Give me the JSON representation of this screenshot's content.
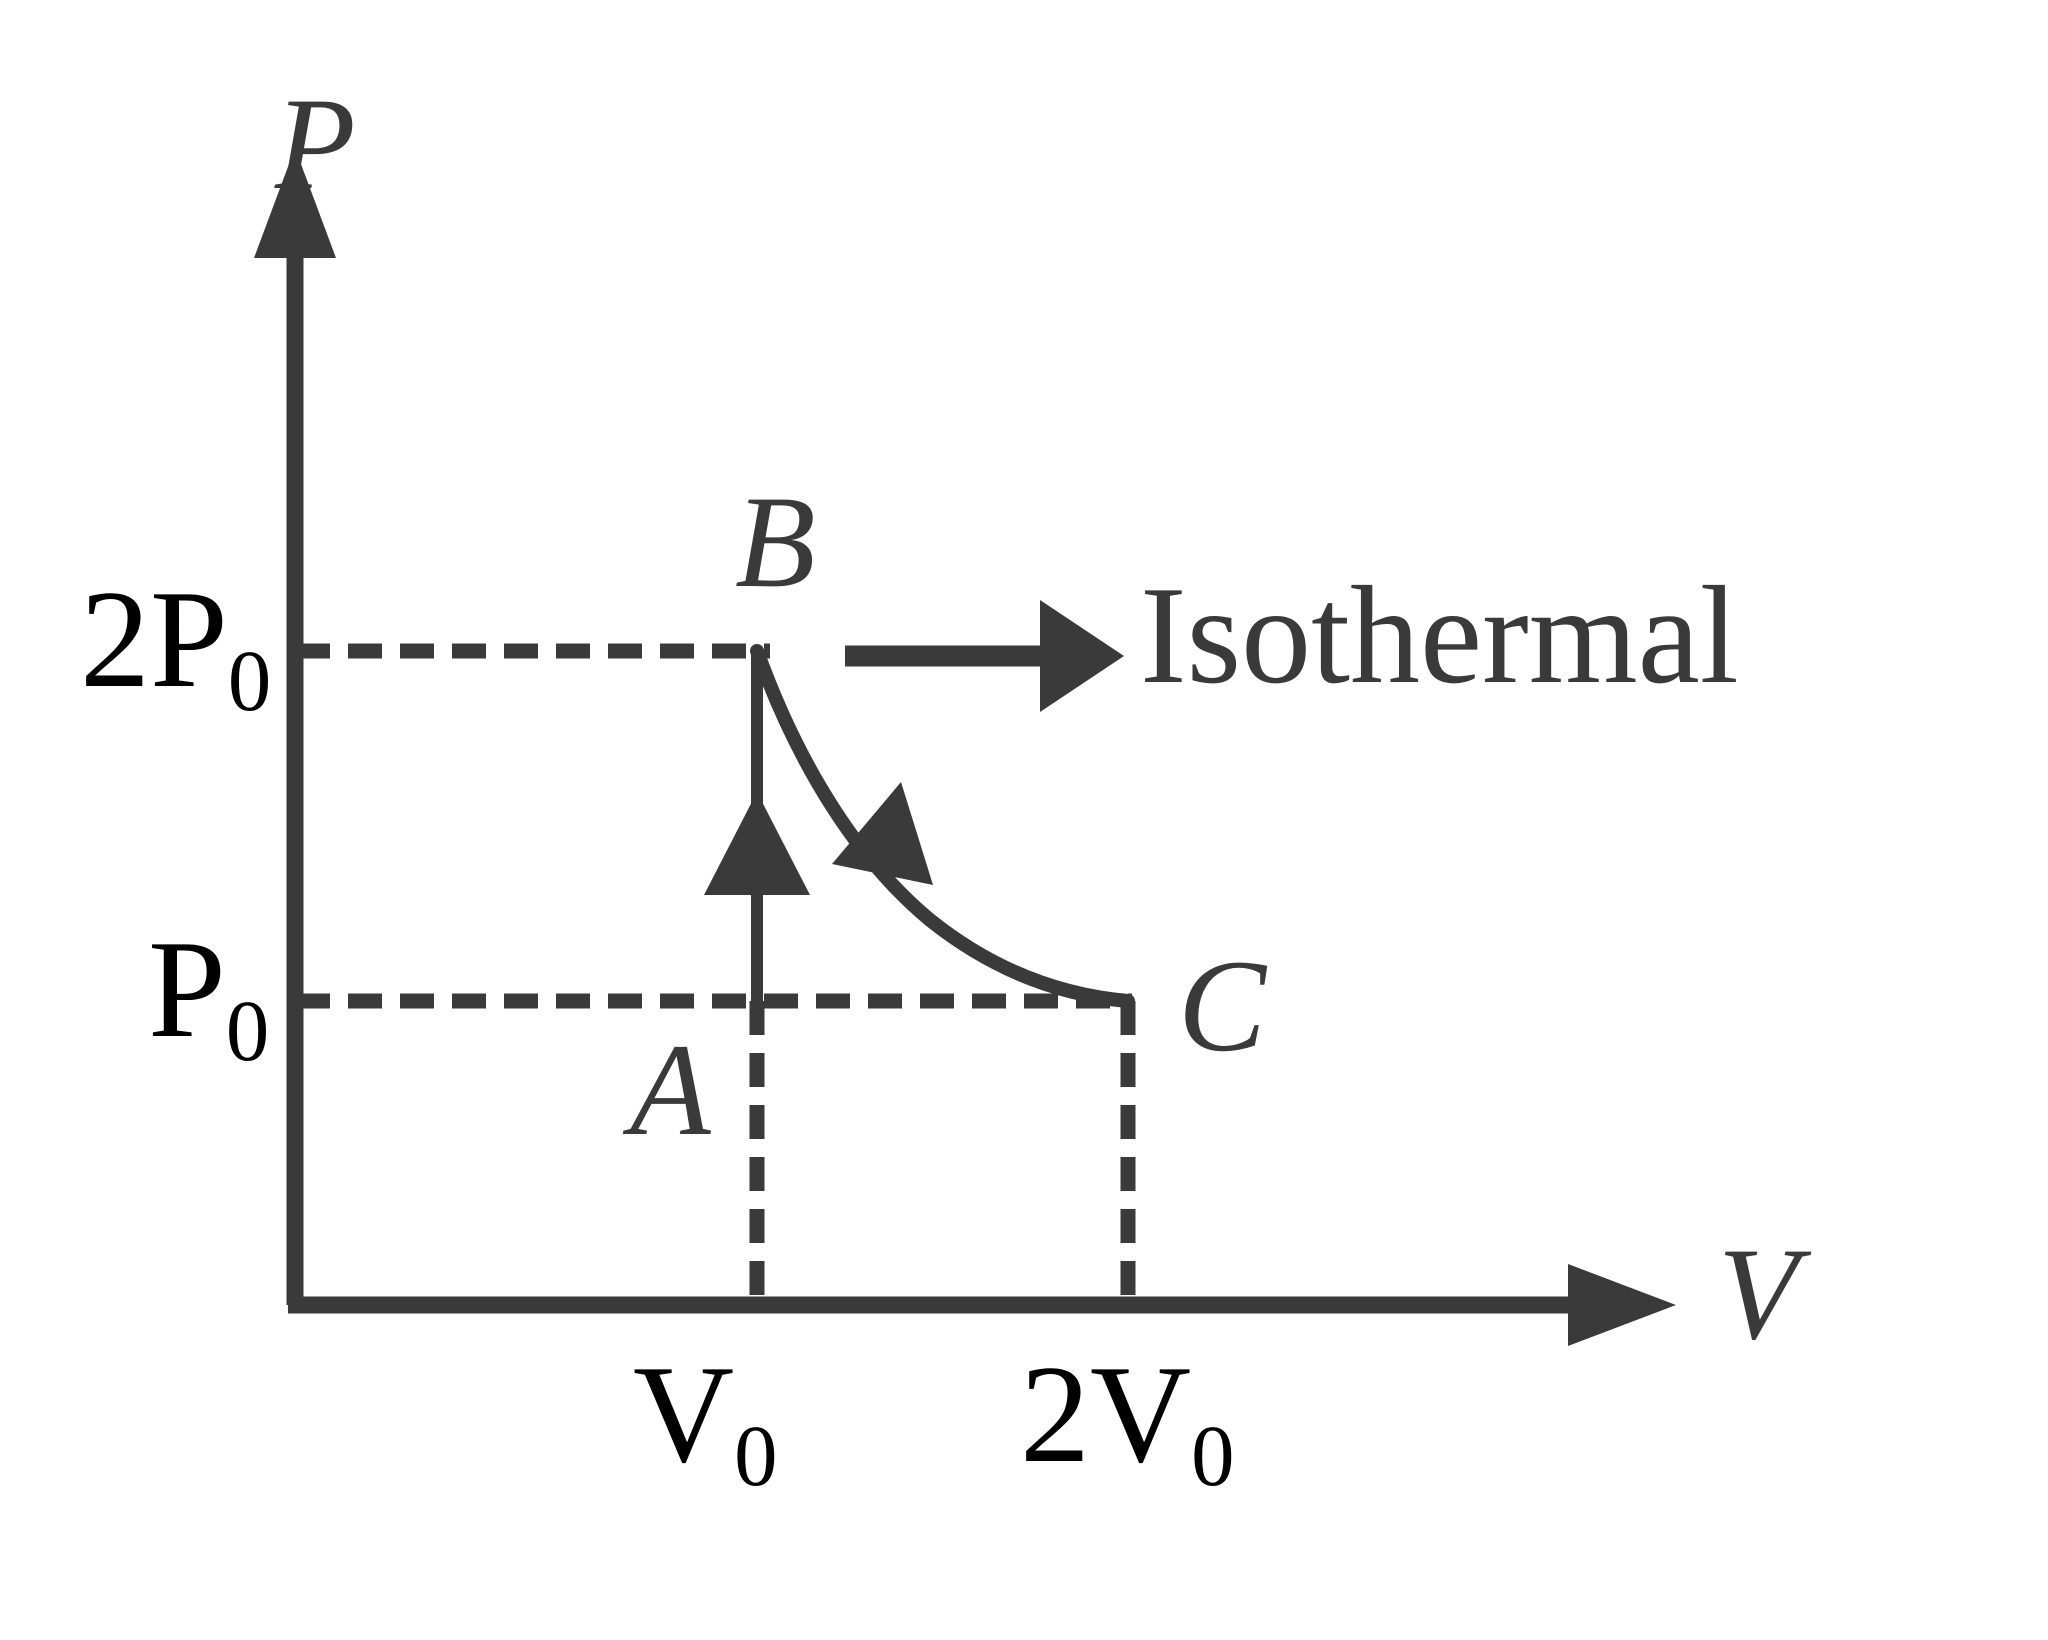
{
  "figure": {
    "type": "pv-diagram",
    "background_color": "#ffffff",
    "line_color": "#3a3a3a",
    "tick_text_color": "#000000"
  },
  "axes": {
    "y_axis": {
      "name": "pressure-axis",
      "label": "P",
      "direction": "up"
    },
    "x_axis": {
      "name": "volume-axis",
      "label": "V",
      "direction": "right"
    }
  },
  "ticks": {
    "y": [
      {
        "label_main": "2P",
        "label_sub": "0",
        "value": 2
      },
      {
        "label_main": "P",
        "label_sub": "0",
        "value": 1
      }
    ],
    "x": [
      {
        "label_main": "V",
        "label_sub": "0",
        "value": 1
      },
      {
        "label_main": "2V",
        "label_sub": "0",
        "value": 2
      }
    ]
  },
  "points": [
    {
      "id": "A",
      "label": "A",
      "V": 1,
      "P": 1
    },
    {
      "id": "B",
      "label": "B",
      "V": 1,
      "P": 2
    },
    {
      "id": "C",
      "label": "C",
      "V": 2,
      "P": 1
    }
  ],
  "annotations": {
    "isothermal": "Isothermal"
  },
  "chart_data": {
    "type": "line",
    "title": "",
    "xlabel": "V",
    "ylabel": "P",
    "xlim": [
      0,
      2.9
    ],
    "ylim": [
      0,
      2.75
    ],
    "grid": false,
    "legend": "none",
    "xticks": [
      "V₀",
      "2V₀"
    ],
    "xtick_values": [
      1,
      2
    ],
    "yticks": [
      "P₀",
      "2P₀"
    ],
    "ytick_values": [
      1,
      2
    ],
    "series": [
      {
        "name": "A to B (isochoric, straight, arrow up)",
        "style": "solid",
        "from": {
          "V": 1,
          "P": 1
        },
        "to": {
          "V": 1,
          "P": 2
        },
        "points": [
          [
            1,
            1
          ],
          [
            1,
            2
          ]
        ]
      },
      {
        "name": "B to C (isothermal expansion, arrow right-down)",
        "style": "solid-curve",
        "from": {
          "V": 1,
          "P": 2
        },
        "to": {
          "V": 2,
          "P": 1
        },
        "points": [
          [
            1.0,
            2.0
          ],
          [
            1.1,
            1.82
          ],
          [
            1.2,
            1.67
          ],
          [
            1.3,
            1.54
          ],
          [
            1.4,
            1.43
          ],
          [
            1.5,
            1.33
          ],
          [
            1.6,
            1.25
          ],
          [
            1.7,
            1.18
          ],
          [
            1.8,
            1.11
          ],
          [
            1.9,
            1.05
          ],
          [
            2.0,
            1.0
          ]
        ]
      }
    ],
    "guides": [
      {
        "name": "2P0 horizontal dashed",
        "style": "dashed",
        "from": [
          0,
          2
        ],
        "to": [
          1,
          2
        ]
      },
      {
        "name": "P0 horizontal dashed",
        "style": "dashed",
        "from": [
          0,
          1
        ],
        "to": [
          2,
          1
        ]
      },
      {
        "name": "V0 vertical dashed",
        "style": "dashed",
        "from": [
          1,
          0
        ],
        "to": [
          1,
          1
        ]
      },
      {
        "name": "2V0 vertical dashed",
        "style": "dashed",
        "from": [
          2,
          0
        ],
        "to": [
          2,
          1
        ]
      }
    ],
    "annotations": [
      {
        "text": "A",
        "V": 1,
        "P": 1,
        "placement": "below-left"
      },
      {
        "text": "B",
        "V": 1,
        "P": 2,
        "placement": "above-left"
      },
      {
        "text": "C",
        "V": 2,
        "P": 1,
        "placement": "right"
      },
      {
        "text": "Isothermal",
        "pointer_from": [
          1.25,
          2.0
        ],
        "pointer_to": [
          2.1,
          2.0
        ],
        "placement": "right-of-arrow"
      }
    ]
  }
}
